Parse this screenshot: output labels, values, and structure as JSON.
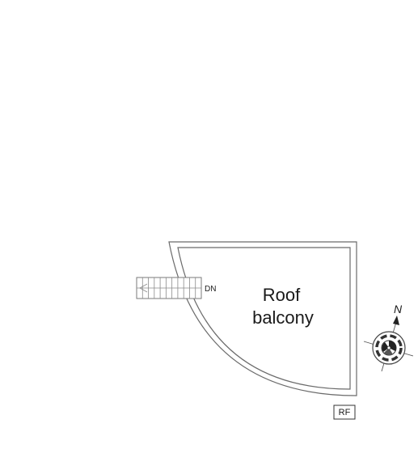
{
  "room": {
    "name_line1": "Roof",
    "name_line2": "balcony"
  },
  "stairs": {
    "direction_label": "DN"
  },
  "compass": {
    "north_label": "N"
  },
  "floor_tag": {
    "label": "RF"
  }
}
